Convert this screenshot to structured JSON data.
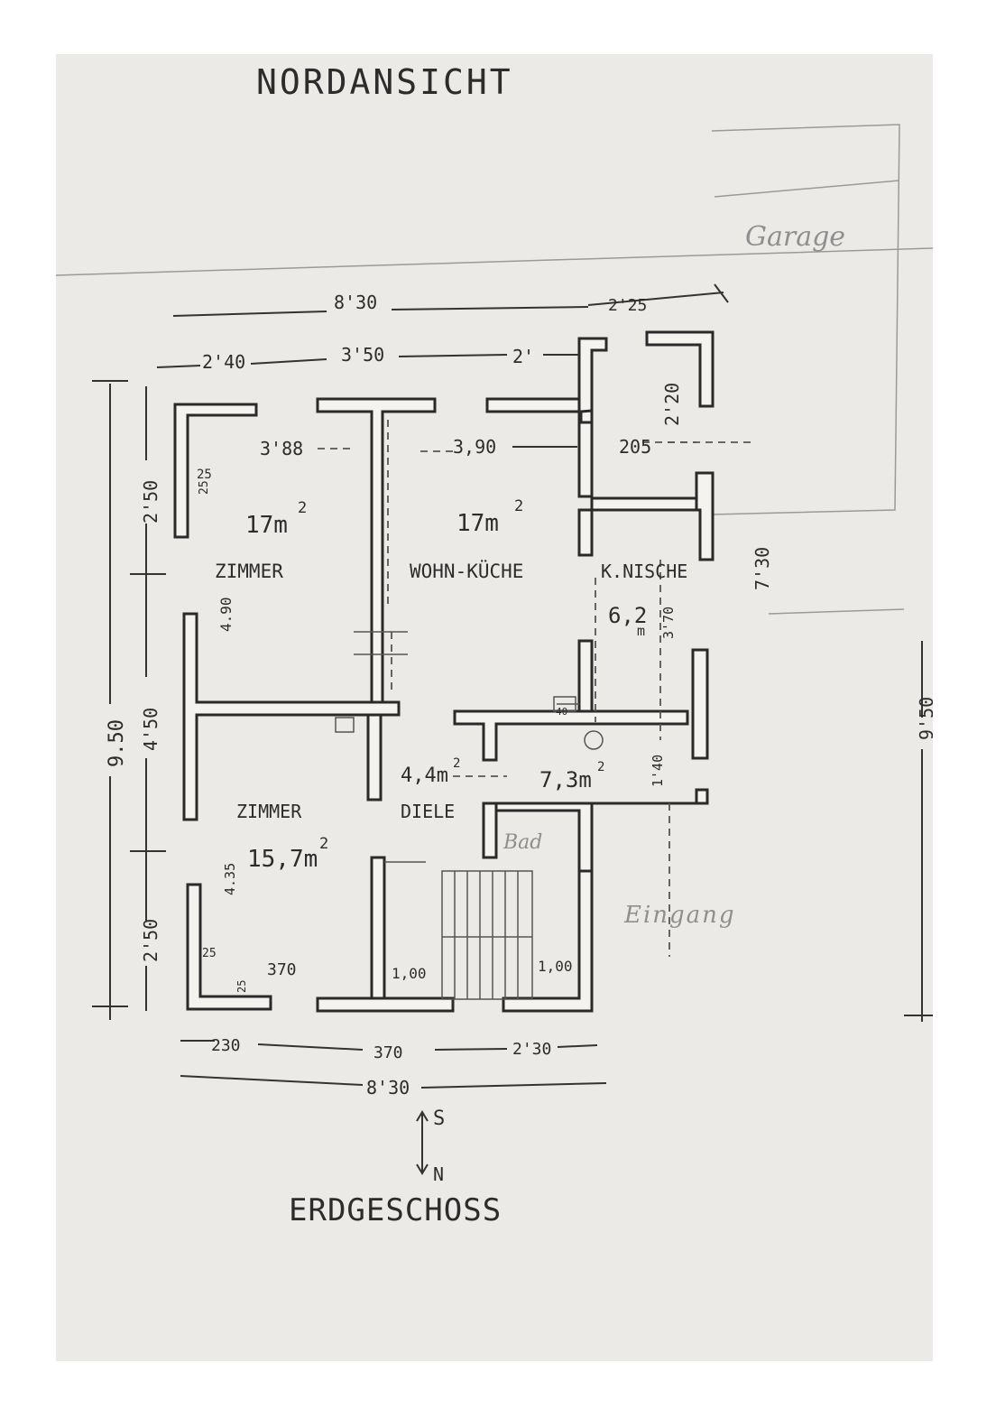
{
  "title_top": "NORDANSICHT",
  "title_bottom": "ERDGESCHOSS",
  "compass": {
    "south": "S",
    "north": "N"
  },
  "rooms": {
    "zimmer_top": {
      "name": "ZIMMER",
      "area": "17m",
      "exp": "2"
    },
    "wohnkueche": {
      "name": "WOHN-KÜCHE",
      "area": "17m",
      "exp": "2"
    },
    "kochnische": {
      "name": "K.NISCHE",
      "area": "6,2",
      "unit": "m"
    },
    "zimmer_bottom": {
      "name": "ZIMMER",
      "area": "15,7m",
      "exp": "2"
    },
    "diele": {
      "name": "DIELE",
      "area": "4,4m",
      "exp": "2"
    },
    "bad_area": {
      "area": "7,3m",
      "exp": "2"
    }
  },
  "pencil_notes": {
    "garage": "Garage",
    "bad": "Bad",
    "eingang": "Eingang"
  },
  "dimensions": {
    "top_total": "8'30",
    "top_right": "2'25",
    "top_a": "2'40",
    "top_b": "3'50",
    "top_c": "2'",
    "room1_width": "3'88",
    "room2_width": "3,90",
    "niche_width": "205",
    "niche_height": "2'20",
    "right_height": "7'30",
    "far_right_height": "9'50",
    "left_total": "9.50",
    "left_a": "2'50",
    "left_b": "4'50",
    "left_c": "2'50",
    "room1_height": "4.90",
    "room_bottom_height": "4.35",
    "small_25a": "25",
    "small_25b": "25",
    "small_25c": "25",
    "small_25d": "25",
    "small_370": "370",
    "door_100a": "1,00",
    "door_100b": "1,00",
    "bath_140": "1'40",
    "niche_370": "3'70",
    "bath_small": "40",
    "bottom_a": "230",
    "bottom_b": "370",
    "bottom_c": "2'30",
    "bottom_total": "8'30"
  },
  "colors": {
    "paper": "#ebeae6",
    "ink": "#2a2a2a",
    "pencil": "#8f8f8f",
    "margin": "#ffffff"
  }
}
